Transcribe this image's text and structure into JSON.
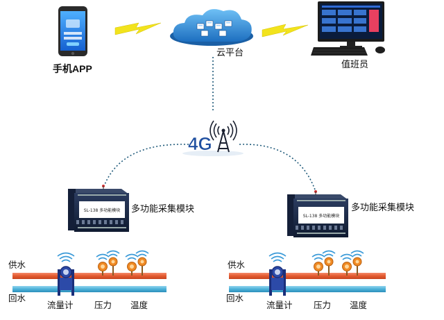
{
  "labels": {
    "app": "手机APP",
    "cloud": "云平台",
    "duty": "值班员",
    "network": "4G",
    "module_left": "多功能采集模块",
    "module_right": "多功能采集模块",
    "module_plate": "SL-138 多功能模块",
    "supply_left": "供水",
    "return_left": "回水",
    "supply_right": "供水",
    "return_right": "回水",
    "flow_left": "流量计",
    "pressure_left": "压力",
    "temp_left": "温度",
    "flow_right": "流量计",
    "pressure_right": "压力",
    "temp_right": "温度"
  },
  "colors": {
    "supply_pipe": "#e8623c",
    "return_pipe": "#4fb3d9",
    "lightning": "#f2e31d",
    "dotted_link": "#1f5a7a",
    "module_body": "#1a2a4a",
    "cloud": "#2e7fc8",
    "meter": "#2c4aa8",
    "sensor": "#f08a24"
  },
  "icons": [
    "phone-icon",
    "cloud-server-icon",
    "monitor-icon",
    "keyboard-icon",
    "mouse-icon",
    "antenna-tower-icon",
    "wireless-signal-icon",
    "lightning-icon"
  ]
}
